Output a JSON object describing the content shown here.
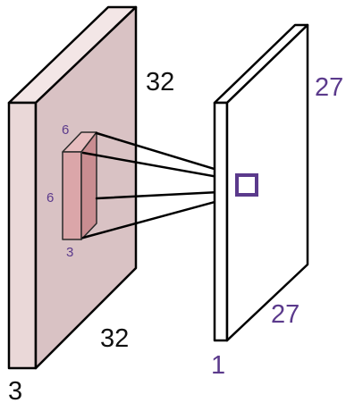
{
  "input_volume": {
    "width_label": "32",
    "height_label": "32",
    "depth_label": "3"
  },
  "filter": {
    "width_label": "6",
    "height_label": "6",
    "depth_label": "3"
  },
  "output_map": {
    "height_label": "27",
    "width_label": "27",
    "depth_label": "1"
  },
  "colors": {
    "input_front": "#d9c2c4",
    "input_side": "#ead8d8",
    "input_top": "#f3e6e6",
    "filter_front": "#c98d91",
    "filter_side": "#dba6a9",
    "filter_top": "#e7bdbf",
    "output_face": "#ffffff",
    "stroke": "#000000",
    "accent_purple": "#5b3a8c"
  }
}
